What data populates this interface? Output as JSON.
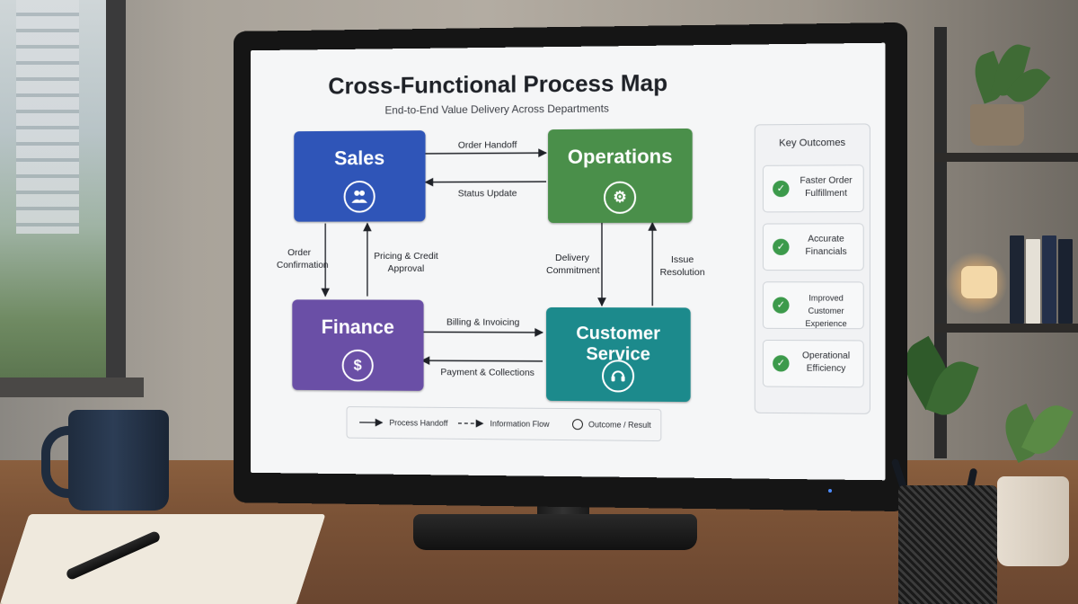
{
  "diagram": {
    "title": "Cross-Functional Process Map",
    "subtitle": "End-to-End Value Delivery Across Departments",
    "departments": {
      "sales": {
        "name": "Sales",
        "color": "#2f55b8",
        "icon": "people-icon"
      },
      "operations": {
        "name": "Operations",
        "color": "#4a8f4a",
        "icon": "gear-icon"
      },
      "finance": {
        "name": "Finance",
        "color": "#6a4fa6",
        "icon": "dollar-icon",
        "icon_glyph": "$"
      },
      "customer_service": {
        "name": "Customer Service",
        "color": "#1c8a8c",
        "icon": "headset-icon"
      }
    },
    "flows": {
      "sales_to_operations": "Order Handoff",
      "operations_to_sales": "Status Update",
      "sales_to_finance": "Order Confirmation",
      "finance_to_sales": "Pricing & Credit Approval",
      "operations_to_customer_service": "Delivery Commitment",
      "customer_service_to_operations": "Issue Resolution",
      "finance_to_customer_service": "Billing & Invoicing",
      "customer_service_to_finance": "Payment & Collections"
    },
    "outcomes": {
      "title": "Key Outcomes",
      "items": [
        "Faster Order Fulfillment",
        "Accurate Financials",
        "Improved Customer Experience",
        "Operational Efficiency"
      ],
      "check_color": "#3c9a4b"
    },
    "legend": {
      "process_handoff": "Process Handoff",
      "information_flow": "Information Flow",
      "outcome_result": "Outcome / Result"
    }
  }
}
